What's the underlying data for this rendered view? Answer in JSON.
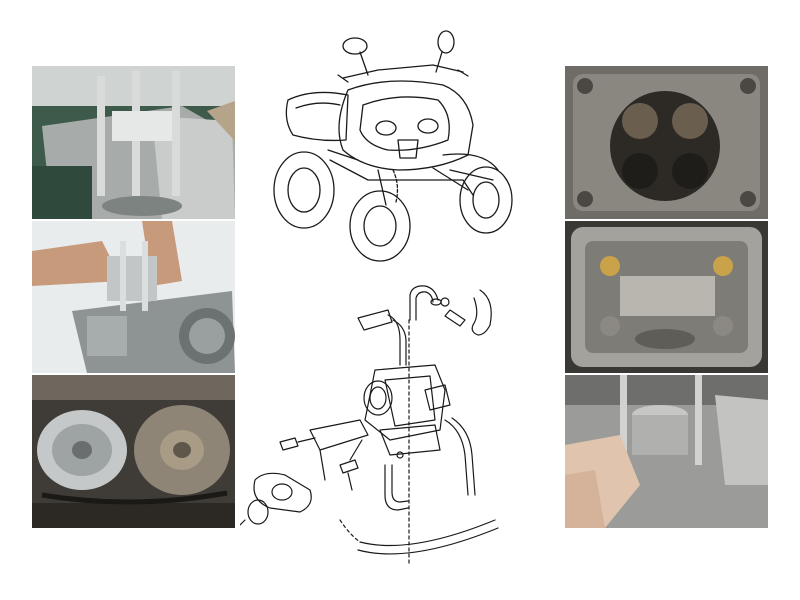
{
  "page": {
    "background": "#ffffff"
  },
  "photos": [
    {
      "subject": "cylinder-removal",
      "tone": "#8a8f8c"
    },
    {
      "subject": "cylinder-lifting",
      "tone": "#a9adad"
    },
    {
      "subject": "cvt-pulley-belt",
      "tone": "#6f6a62"
    },
    {
      "subject": "cylinder-head-valves",
      "tone": "#5d5a55"
    },
    {
      "subject": "rocker-arms",
      "tone": "#8c8c86"
    },
    {
      "subject": "piston-install",
      "tone": "#9a9a98"
    }
  ],
  "drawings": [
    {
      "subject": "atv-line-drawing"
    },
    {
      "subject": "carburetor-exploded-view"
    }
  ],
  "colors": {
    "ink": "#1a1a1a",
    "photo_border": "#ffffff"
  }
}
